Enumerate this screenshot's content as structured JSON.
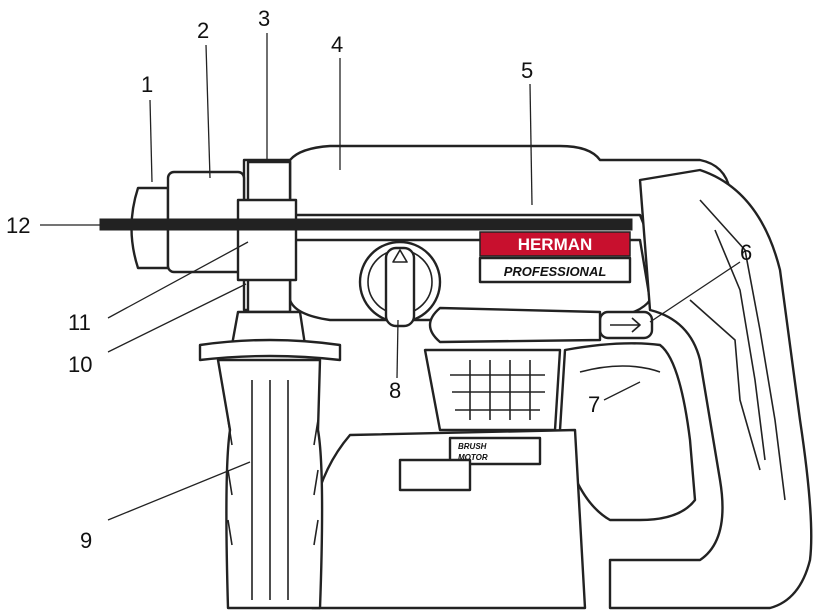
{
  "diagram": {
    "brand_label": "HERMAN",
    "series_label": "PROFESSIONAL",
    "battery_label_line1": "BRUSH",
    "battery_label_line2": "MOTOR",
    "brand_color": "#c8102e",
    "callouts": [
      "1",
      "2",
      "3",
      "4",
      "5",
      "6",
      "7",
      "8",
      "9",
      "10",
      "11",
      "12"
    ]
  }
}
